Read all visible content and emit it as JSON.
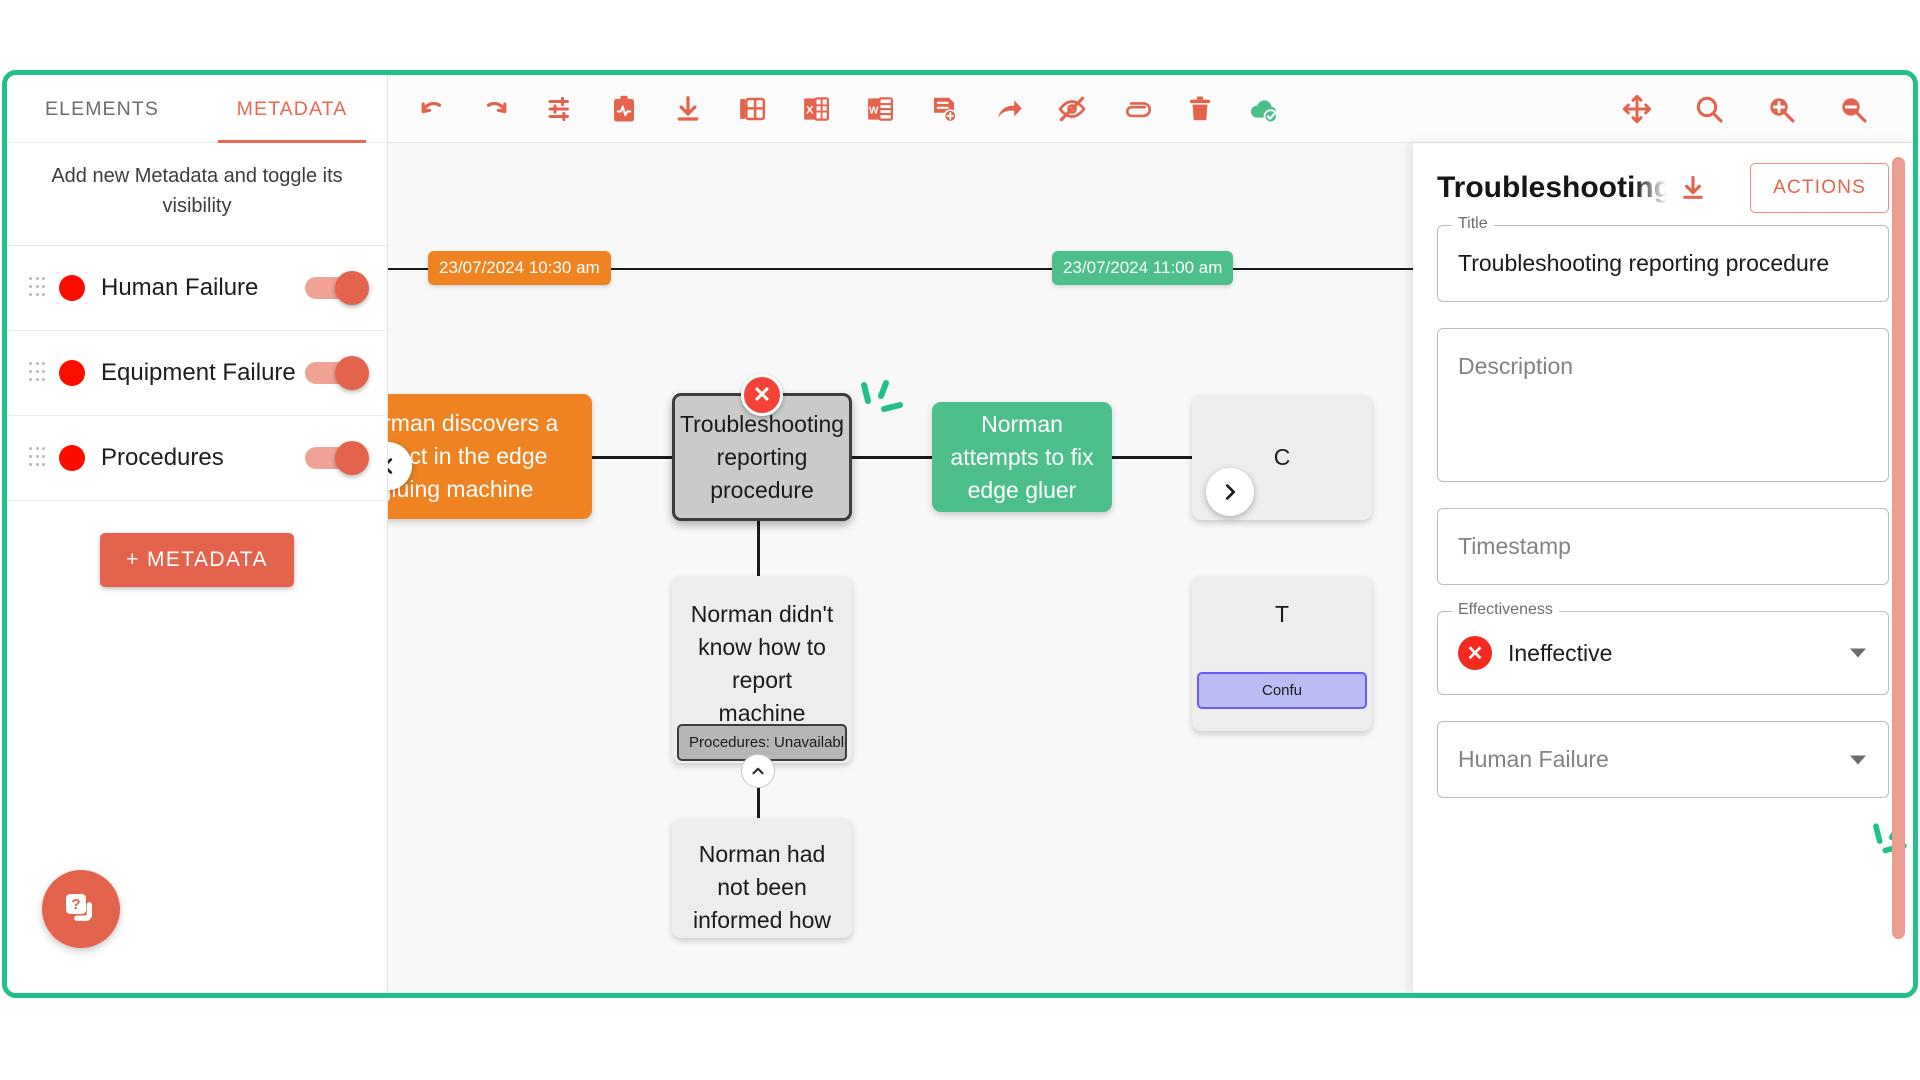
{
  "theme": {
    "frame_border": "#21c08b",
    "accent": "#e4634d",
    "orange_node": "#f08321",
    "green_node": "#4cbf8b",
    "grey_node": "#ededed",
    "selected_node": "#cacaca",
    "purple_badge": "#bcbcf5",
    "error_red": "#f44336",
    "scrollbar": "#eb9d92"
  },
  "sidebar": {
    "tabs": [
      {
        "label": "ELEMENTS",
        "active": false
      },
      {
        "label": "METADATA",
        "active": true
      }
    ],
    "hint": "Add new Metadata and toggle its visibility",
    "items": [
      {
        "label": "Human Failure",
        "color": "#fc0d00",
        "toggle_on": true
      },
      {
        "label": "Equipment Failure",
        "color": "#fc0d00",
        "toggle_on": true
      },
      {
        "label": "Procedures",
        "color": "#fc0d00",
        "toggle_on": true
      }
    ],
    "add_button": "+ METADATA",
    "help_icon": "help-cards-icon"
  },
  "toolbar": {
    "left": [
      {
        "name": "undo-icon",
        "title": "Undo"
      },
      {
        "name": "redo-icon",
        "title": "Redo"
      },
      {
        "name": "settings-sliders-icon",
        "title": "Settings"
      },
      {
        "name": "analysis-report-icon",
        "title": "Analysis"
      },
      {
        "name": "download-icon",
        "title": "Download"
      },
      {
        "name": "table-export-icon",
        "title": "Table"
      },
      {
        "name": "excel-export-icon",
        "title": "Export Excel"
      },
      {
        "name": "word-export-icon",
        "title": "Export Word"
      },
      {
        "name": "add-report-icon",
        "title": "New Report"
      },
      {
        "name": "share-arrow-icon",
        "title": "Share"
      },
      {
        "name": "hide-eye-icon",
        "title": "Hide"
      },
      {
        "name": "attachment-icon",
        "title": "Attachments"
      },
      {
        "name": "delete-trash-icon",
        "title": "Delete"
      },
      {
        "name": "cloud-saved-icon",
        "title": "Saved"
      }
    ],
    "right": [
      {
        "name": "move-pan-icon",
        "title": "Pan"
      },
      {
        "name": "search-icon",
        "title": "Search"
      },
      {
        "name": "zoom-in-icon",
        "title": "Zoom in"
      },
      {
        "name": "zoom-out-icon",
        "title": "Zoom out"
      }
    ]
  },
  "canvas": {
    "timestamps": [
      {
        "text": "23/07/2024 10:30 am",
        "color": "orange"
      },
      {
        "text": "23/07/2024 11:00 am",
        "color": "green"
      }
    ],
    "nodes": [
      {
        "id": "n1",
        "text": "Norman discovers a defect in the edge gluing machine",
        "style": "orange"
      },
      {
        "id": "n2",
        "text": "Troubleshooting reporting procedure",
        "style": "selected",
        "error": true
      },
      {
        "id": "n3",
        "text": "Norman attempts to fix edge gluer",
        "style": "green"
      },
      {
        "id": "n4",
        "text": "Norman didn't know how to report machine malfunction",
        "style": "grey"
      },
      {
        "id": "n5",
        "text": "Norman had not been informed how",
        "style": "grey"
      },
      {
        "id": "n6",
        "text": "C",
        "style": "grey"
      },
      {
        "id": "n7",
        "text": "T",
        "style": "grey"
      }
    ],
    "badges": [
      {
        "text": "Procedures: Unavailable",
        "style": "grey"
      },
      {
        "text": "Confu",
        "style": "purple"
      }
    ],
    "pan_left_icon": "chevron-left-icon",
    "pan_right_icon": "chevron-right-icon",
    "collapse_icon": "chevron-up-icon",
    "error_glyph": "✕"
  },
  "details": {
    "title": "Troubleshooting R",
    "download_icon": "download-icon",
    "actions_label": "ACTIONS",
    "fields": [
      {
        "key": "title",
        "legend": "Title",
        "value": "Troubleshooting reporting procedure",
        "placeholder": "",
        "type": "text"
      },
      {
        "key": "description",
        "legend": "",
        "value": "",
        "placeholder": "Description",
        "type": "textarea"
      },
      {
        "key": "timestamp",
        "legend": "",
        "value": "",
        "placeholder": "Timestamp",
        "type": "text"
      },
      {
        "key": "effectiveness",
        "legend": "Effectiveness",
        "value": "Ineffective",
        "placeholder": "",
        "type": "select",
        "icon": "error-circle-icon"
      },
      {
        "key": "metadata",
        "legend": "",
        "value": "",
        "placeholder": "Human Failure",
        "type": "select"
      }
    ]
  }
}
